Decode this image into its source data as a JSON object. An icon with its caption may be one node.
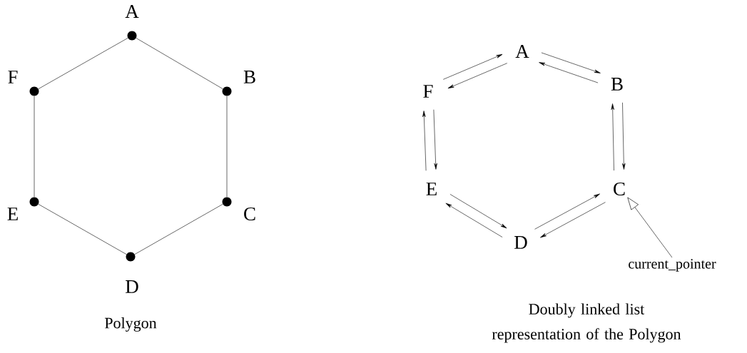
{
  "diagram": {
    "nodes": [
      {
        "text": [],
        "shape": "circle",
        "beside": [
          "A"
        ]
      },
      {
        "text": [],
        "shape": "circle",
        "beside": [
          "B"
        ]
      },
      {
        "text": [],
        "shape": "circle",
        "beside": [
          "C"
        ]
      },
      {
        "text": [],
        "shape": "circle",
        "beside": [
          "D"
        ]
      },
      {
        "text": [],
        "shape": "circle",
        "beside": [
          "E"
        ]
      },
      {
        "text": [],
        "shape": "circle",
        "beside": [
          "F"
        ]
      },
      {
        "text": [
          "A"
        ]
      },
      {
        "text": [
          "B"
        ]
      },
      {
        "text": [
          "C"
        ]
      },
      {
        "text": [
          "D"
        ]
      },
      {
        "text": [
          "E"
        ]
      },
      {
        "text": [
          "F"
        ]
      },
      {
        "text": [
          "current_pointer"
        ]
      }
    ],
    "edges": [
      {
        "from": 0,
        "to": 1,
        "arrow": "none"
      },
      {
        "from": 1,
        "to": 2,
        "arrow": "none"
      },
      {
        "from": 2,
        "to": 3,
        "arrow": "none"
      },
      {
        "from": 3,
        "to": 4,
        "arrow": "none"
      },
      {
        "from": 4,
        "to": 5,
        "arrow": "none"
      },
      {
        "from": 5,
        "to": 0,
        "arrow": "none"
      },
      {
        "from": 6,
        "to": 7,
        "arrow": "to"
      },
      {
        "from": 7,
        "to": 6,
        "arrow": "to"
      },
      {
        "from": 7,
        "to": 8,
        "arrow": "to"
      },
      {
        "from": 8,
        "to": 7,
        "arrow": "to"
      },
      {
        "from": 8,
        "to": 9,
        "arrow": "to"
      },
      {
        "from": 9,
        "to": 8,
        "arrow": "to"
      },
      {
        "from": 9,
        "to": 10,
        "arrow": "to"
      },
      {
        "from": 10,
        "to": 9,
        "arrow": "to"
      },
      {
        "from": 10,
        "to": 11,
        "arrow": "to"
      },
      {
        "from": 11,
        "to": 10,
        "arrow": "to"
      },
      {
        "from": 11,
        "to": 6,
        "arrow": "to"
      },
      {
        "from": 6,
        "to": 11,
        "arrow": "to"
      },
      {
        "from": 12,
        "to": 8,
        "arrow": "to"
      }
    ],
    "labels": [
      "Polygon",
      "Doubly linked list representation of the Polygon"
    ]
  }
}
